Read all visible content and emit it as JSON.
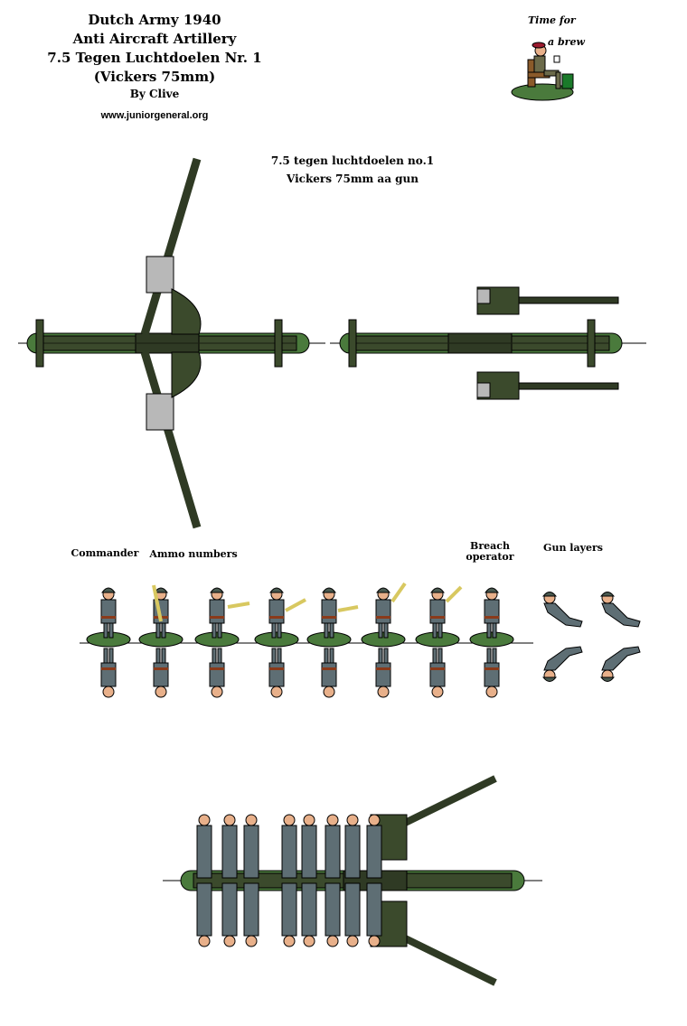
{
  "header": {
    "title_lines": [
      "Dutch Army 1940",
      "Anti Aircraft Artillery",
      "7.5 Tegen Luchtdoelen Nr. 1",
      "(Vickers 75mm)"
    ],
    "byline": "By Clive",
    "website": "www.juniorgeneral.org"
  },
  "brew_badge": {
    "line1": "Time for",
    "line2": "a brew"
  },
  "gun_section": {
    "line1": "7.5 tegen luchtdoelen no.1",
    "line2": "Vickers 75mm aa gun"
  },
  "crew_labels": {
    "commander": "Commander",
    "ammo": "Ammo numbers",
    "breach": [
      "Breach",
      "operator"
    ],
    "layers": "Gun layers"
  },
  "colors": {
    "base_green": "#4a7a3c",
    "gun_olive": "#3b4a2c",
    "uniform_grey": "#5e6e74"
  }
}
